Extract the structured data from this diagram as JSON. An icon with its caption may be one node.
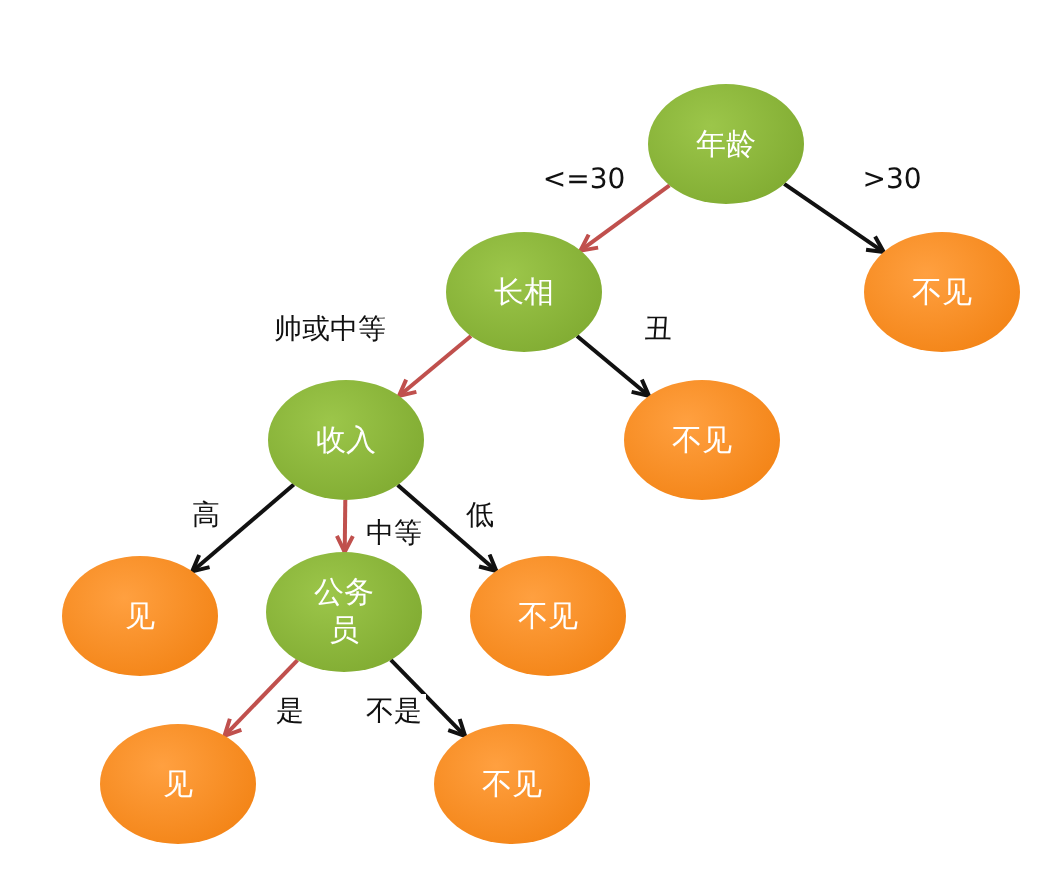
{
  "diagram": {
    "nodes": [
      {
        "text": [
          "年龄"
        ]
      },
      {
        "text": [
          "长相"
        ]
      },
      {
        "text": [
          "不见"
        ]
      },
      {
        "text": [
          "收入"
        ]
      },
      {
        "text": [
          "不见"
        ]
      },
      {
        "text": [
          "见"
        ]
      },
      {
        "text": [
          "公务员"
        ]
      },
      {
        "text": [
          "不见"
        ]
      },
      {
        "text": [
          "见"
        ]
      },
      {
        "text": [
          "不见"
        ]
      }
    ],
    "edges": [
      {
        "from": 0,
        "to": 1,
        "arrow": "to",
        "label": "<=30",
        "color": "#c0504d"
      },
      {
        "from": 0,
        "to": 2,
        "arrow": "to",
        "label": ">30"
      },
      {
        "from": 1,
        "to": 3,
        "arrow": "to",
        "label": "帅或中等",
        "color": "#c0504d"
      },
      {
        "from": 1,
        "to": 4,
        "arrow": "to",
        "label": "丑"
      },
      {
        "from": 3,
        "to": 5,
        "arrow": "to",
        "label": "高"
      },
      {
        "from": 3,
        "to": 6,
        "arrow": "to",
        "label": "中等",
        "color": "#c0504d"
      },
      {
        "from": 3,
        "to": 7,
        "arrow": "to",
        "label": "低"
      },
      {
        "from": 6,
        "to": 8,
        "arrow": "to",
        "label": "是",
        "color": "#c0504d"
      },
      {
        "from": 6,
        "to": 9,
        "arrow": "to",
        "label": "不是"
      }
    ]
  }
}
